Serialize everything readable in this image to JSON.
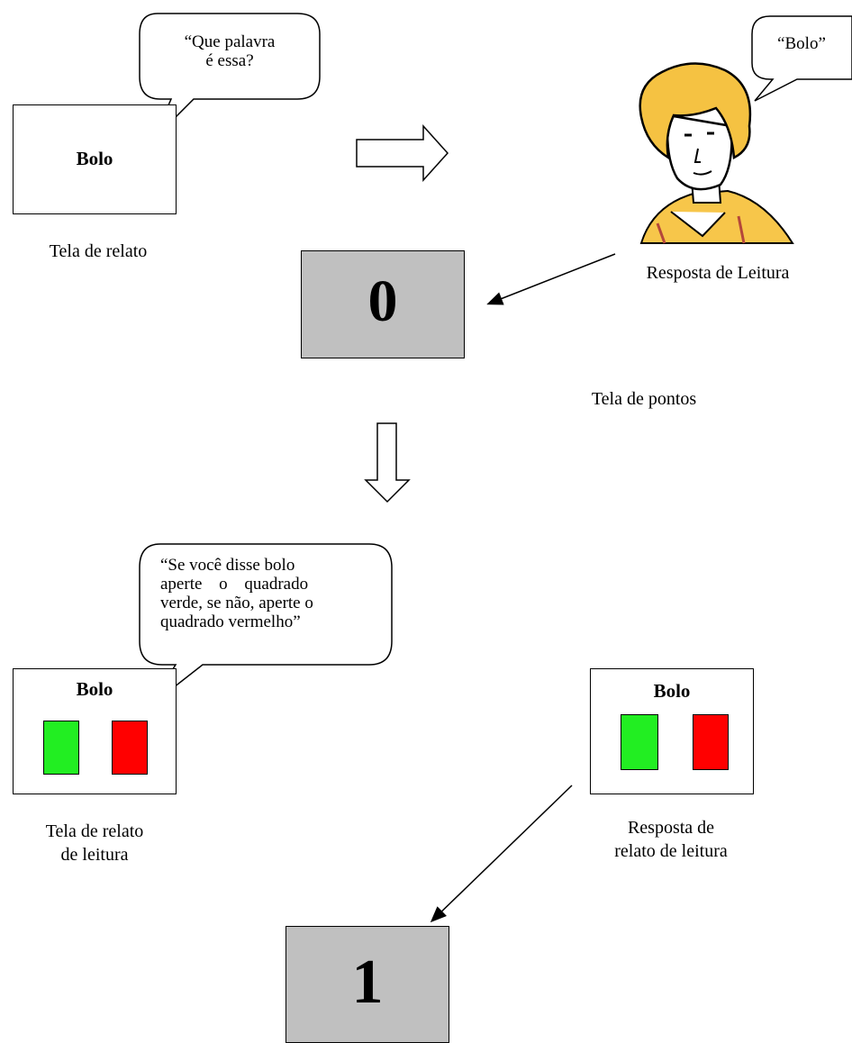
{
  "panel1": {
    "word": "Bolo",
    "bubble": [
      "“Que palavra",
      "é essa?"
    ],
    "label": "Tela de relato"
  },
  "panel2": {
    "bubble": "“Bolo”",
    "label": "Resposta de Leitura"
  },
  "score1": {
    "value": "0",
    "label": "Tela de pontos"
  },
  "panel3": {
    "word": "Bolo",
    "bubble": [
      "“Se você disse bolo",
      "aperte o quadrado",
      "verde, se não, aperte o",
      "quadrado vermelho”"
    ],
    "label": [
      "Tela de relato",
      "de leitura"
    ]
  },
  "panel4": {
    "word": "Bolo",
    "label": [
      "Resposta de",
      "relato de leitura"
    ]
  },
  "score2": {
    "value": "1"
  },
  "colors": {
    "green": "#22ee22",
    "red": "#ff0000",
    "gray": "#c0c0c0",
    "hair": "#f5c242"
  }
}
